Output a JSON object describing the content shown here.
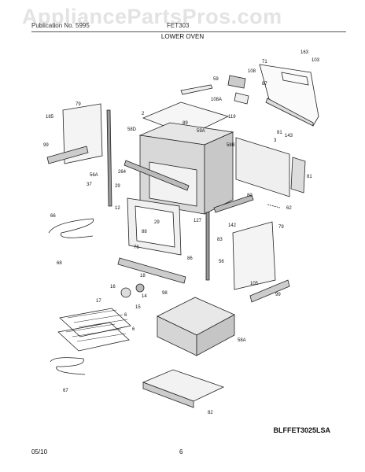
{
  "watermark": "AppliancePartsPros.com",
  "header": {
    "publication": "Publication No. 5995",
    "model": "FET303",
    "section": "LOWER OVEN"
  },
  "footer": {
    "date": "05/10",
    "page": "6",
    "diagram_code": "BLFFET3025LSA"
  },
  "callouts": [
    "163",
    "103",
    "71",
    "87",
    "108",
    "59",
    "108A",
    "119",
    "81",
    "143",
    "3",
    "2",
    "89",
    "59A",
    "58D",
    "58B",
    "79",
    "185",
    "99",
    "56A",
    "37",
    "264",
    "29",
    "12",
    "81",
    "80",
    "62",
    "142",
    "83",
    "66",
    "29",
    "127",
    "88",
    "76",
    "86",
    "56",
    "79",
    "68",
    "98",
    "105",
    "99",
    "16",
    "18",
    "17",
    "15",
    "14",
    "6",
    "6",
    "58A",
    "67",
    "82"
  ]
}
